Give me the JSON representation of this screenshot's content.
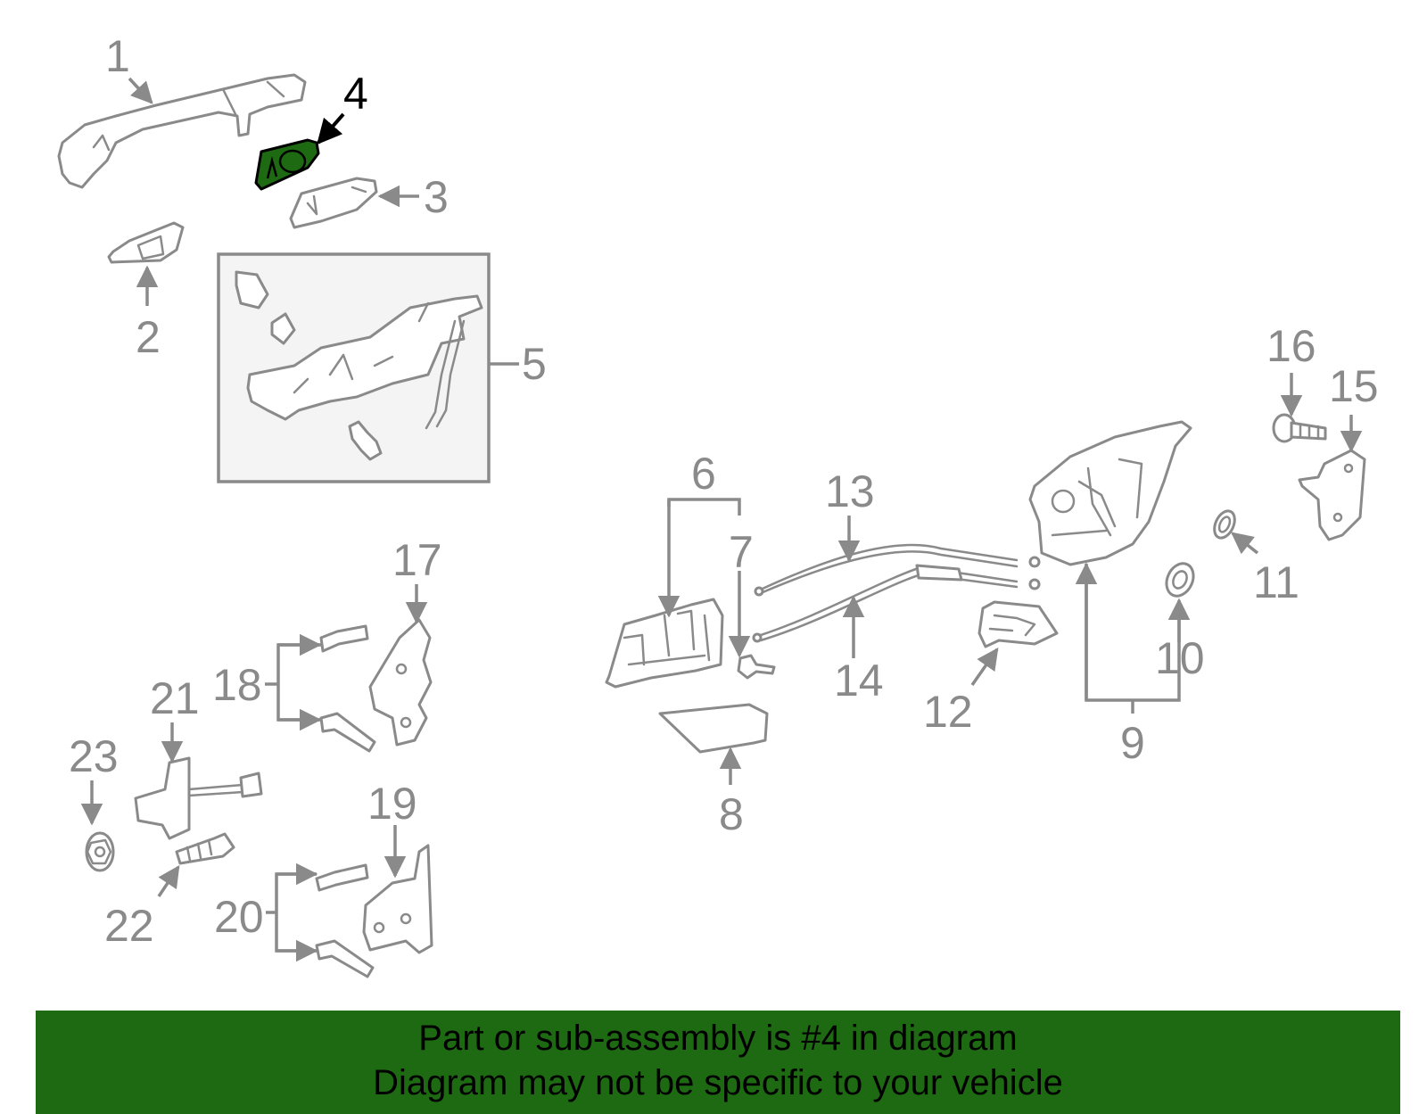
{
  "diagram": {
    "highlighted_part": "4",
    "highlight_color": "#1e6a12",
    "line_color": "#8a8a8a",
    "callouts": {
      "c1": "1",
      "c2": "2",
      "c3": "3",
      "c4": "4",
      "c5": "5",
      "c6": "6",
      "c7": "7",
      "c8": "8",
      "c9": "9",
      "c10": "10",
      "c11": "11",
      "c12": "12",
      "c13": "13",
      "c14": "14",
      "c15": "15",
      "c16": "16",
      "c17": "17",
      "c18": "18",
      "c19": "19",
      "c20": "20",
      "c21": "21",
      "c22": "22",
      "c23": "23"
    }
  },
  "banner": {
    "line1": "Part or sub-assembly is #4 in diagram",
    "line2": "Diagram may not be specific to your vehicle",
    "background": "#1e6a12"
  }
}
